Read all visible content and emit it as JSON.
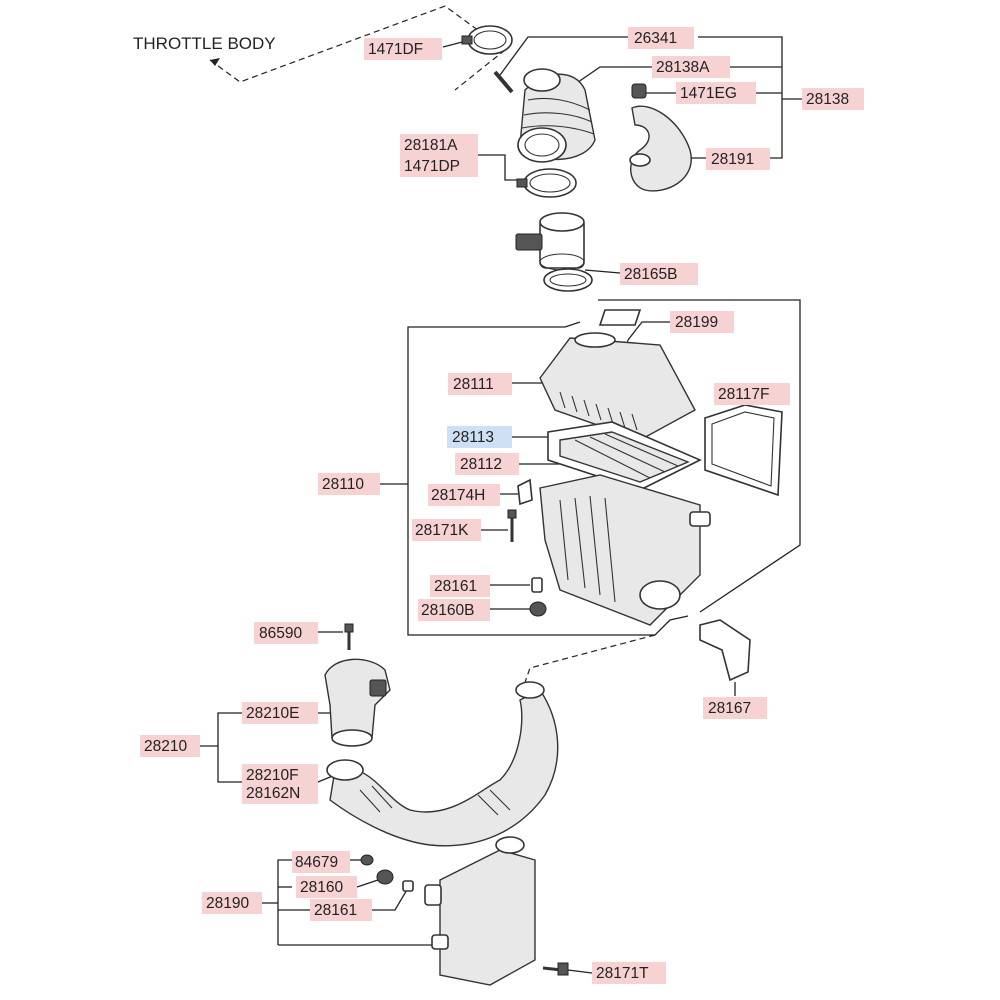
{
  "diagram": {
    "note": "THROTTLE BODY",
    "parts": {
      "p1471DF": "1471DF",
      "p26341": "26341",
      "p28138A": "28138A",
      "p1471EG": "1471EG",
      "p28138": "28138",
      "p28191": "28191",
      "p28181A": "28181A",
      "p1471DP": "1471DP",
      "p28165B": "28165B",
      "p28199": "28199",
      "p28111": "28111",
      "p28117F": "28117F",
      "p28113": "28113",
      "p28112": "28112",
      "p28110": "28110",
      "p28174H": "28174H",
      "p28171K": "28171K",
      "p28161a": "28161",
      "p28160B": "28160B",
      "p86590": "86590",
      "p28210E": "28210E",
      "p28210": "28210",
      "p28210F": "28210F",
      "p28162N": "28162N",
      "p28167": "28167",
      "p84679": "84679",
      "p28160": "28160",
      "p28190": "28190",
      "p28161b": "28161",
      "p28171T": "28171T"
    },
    "selected": "p28113",
    "colors": {
      "label_bg": "#f7d2d2",
      "selected_bg": "#cfe0f5",
      "line": "#222222"
    }
  }
}
